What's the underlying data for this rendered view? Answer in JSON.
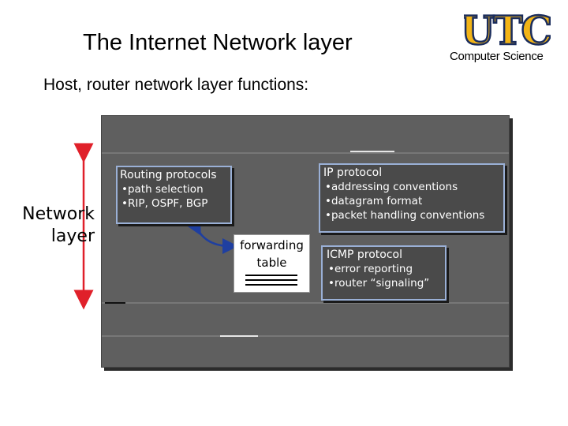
{
  "header": {
    "title": "The Internet Network layer",
    "logo_text": "UTC",
    "logo_subtitle": "Computer Science"
  },
  "subtitle": "Host, router network layer functions:",
  "diagram": {
    "network_layer_label_line1": "Network",
    "network_layer_label_line2": "layer",
    "routing_box": {
      "heading": "Routing protocols",
      "items": [
        "•path selection",
        "•RIP, OSPF, BGP"
      ]
    },
    "ip_box": {
      "heading": "IP protocol",
      "items": [
        "•addressing conventions",
        "•datagram format",
        "•packet handling conventions"
      ]
    },
    "icmp_box": {
      "heading": "ICMP protocol",
      "items": [
        "•error reporting",
        "•router “signaling”"
      ]
    },
    "forwarding_table": {
      "line1": "forwarding",
      "line2": "table"
    }
  },
  "colors": {
    "logo_fill": "#f2b417",
    "logo_outline": "#1a2c5c",
    "layer_fill": "#5f5f5f",
    "box_fill": "#4a4a4a",
    "box_border": "#9ab0d6",
    "arrow_red": "#e0202a",
    "curve_arrow": "#1f3fa0"
  }
}
